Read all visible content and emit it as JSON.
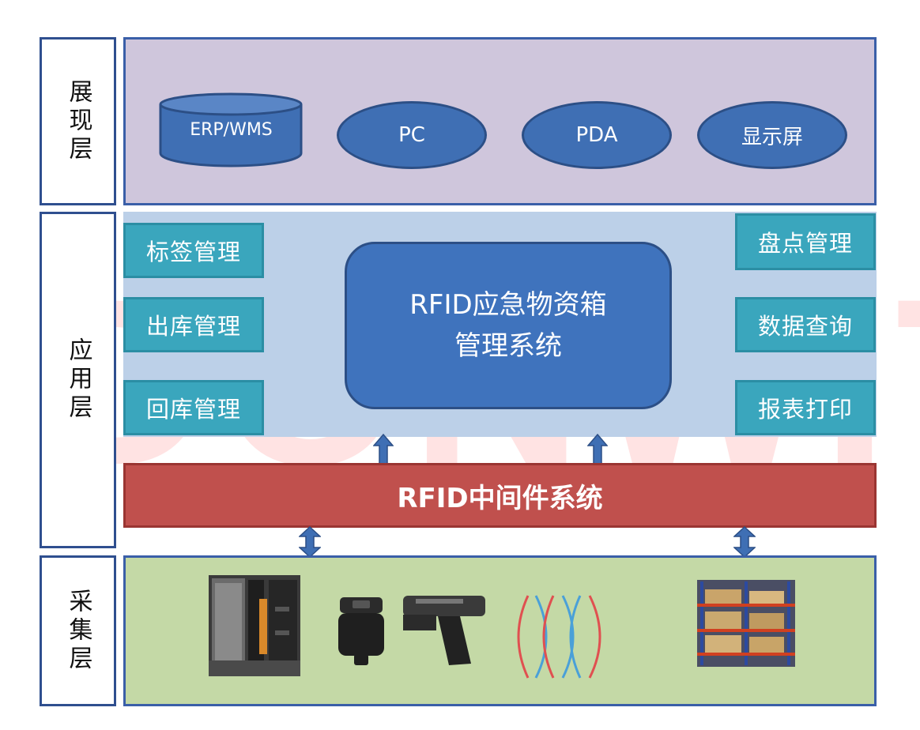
{
  "layers": {
    "presentation": "展现层",
    "application": "应用层",
    "collection": "采集层"
  },
  "presentation_items": [
    "ERP/WMS",
    "PC",
    "PDA",
    "显示屏"
  ],
  "application": {
    "left_modules": [
      "标签管理",
      "出库管理",
      "回库管理"
    ],
    "right_modules": [
      "盘点管理",
      "数据查询",
      "报表打印"
    ],
    "core_title_line1": "RFID应急物资箱",
    "core_title_line2": "管理系统"
  },
  "middleware": "RFID中间件系统",
  "watermark": "DONWIT",
  "collection_devices": [
    "rfid-cabinet",
    "rfid-handheld-reader",
    "rfid-signal-waves",
    "warehouse-shelves"
  ],
  "colors": {
    "presentation_bg": "#cfc6dc",
    "ellipse": "#3f6fb4",
    "application_bg": "#bcd0e8",
    "module": "#3aa6bd",
    "core": "#3f73bd",
    "middleware": "#c0504d",
    "collection_bg": "#c4d9a6",
    "border": "#2f4f8f"
  }
}
